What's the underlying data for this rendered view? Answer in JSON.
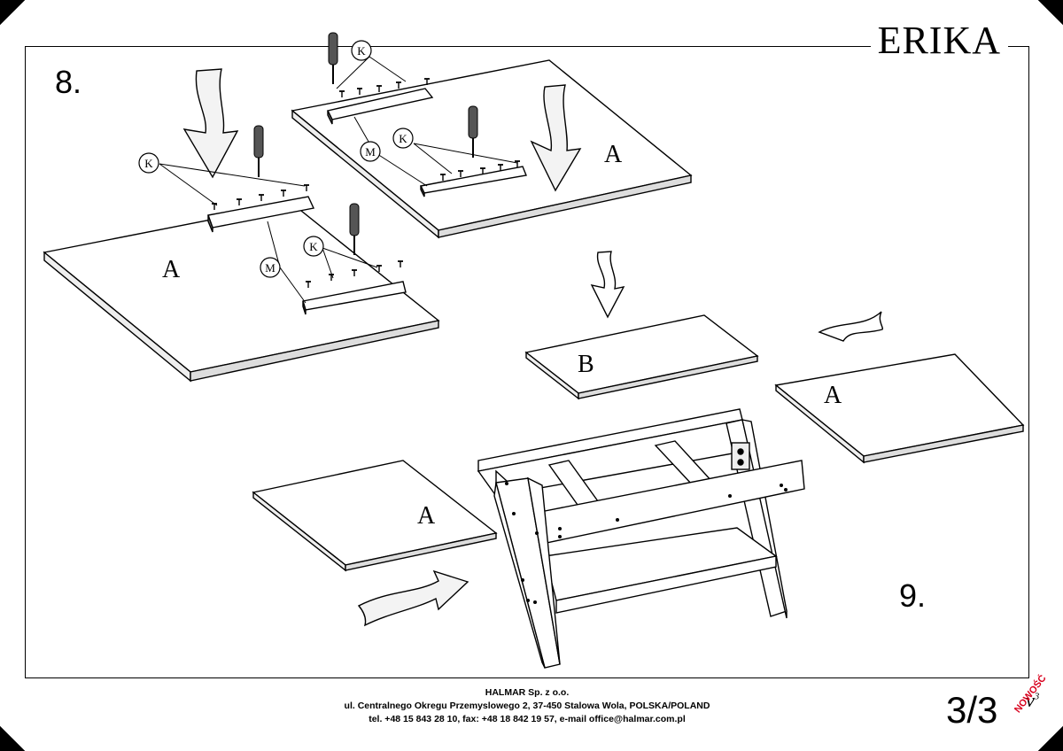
{
  "title": "ERIKA",
  "steps": {
    "step8": "8.",
    "step9": "9."
  },
  "callouts": {
    "K": "K",
    "M": "M"
  },
  "panels": {
    "A": "A",
    "B": "B"
  },
  "footer": {
    "company": "HALMAR Sp. z o.o.",
    "address": "ul. Centralnego Okregu Przemyslowego 2, 37-450 Stalowa Wola, POLSKA/POLAND",
    "contact": "tel. +48 15 843 28 10, fax: +48 18 842 19 57, e-mail office@halmar.com.pl"
  },
  "page": "3/3",
  "version": {
    "letter": "v",
    "number": "3"
  },
  "badge": "NOWOŚĆ"
}
